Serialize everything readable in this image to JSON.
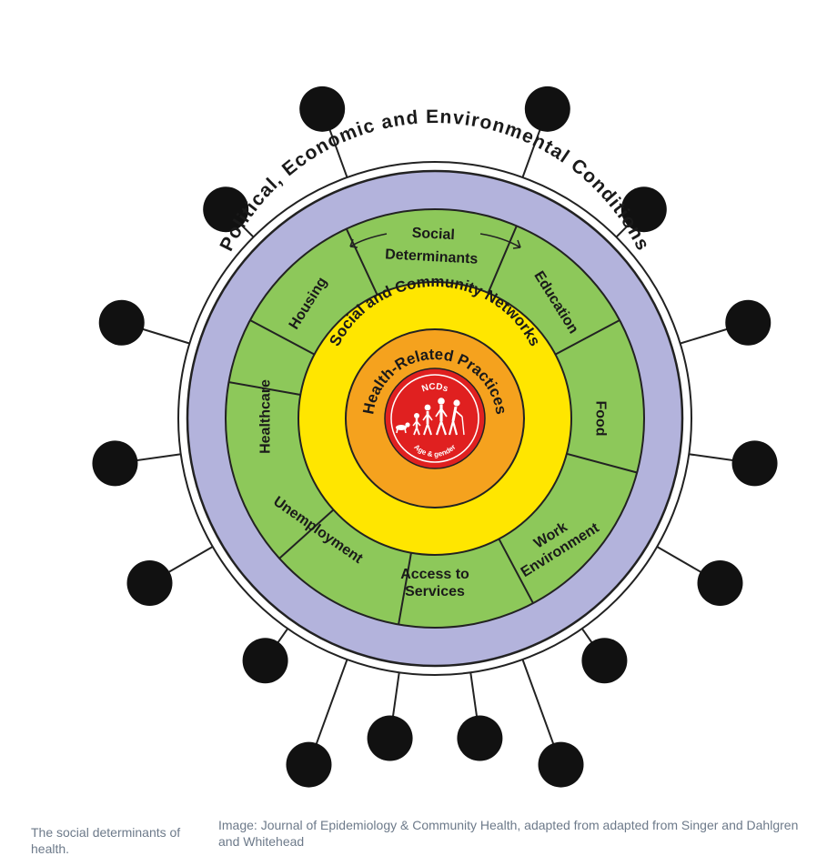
{
  "diagram": {
    "outer_ring": {
      "label": "Political, Economic and Environmental Conditions",
      "color": "#b3b3dc"
    },
    "social_determinants": {
      "label_line1": "Social",
      "label_line2": "Determinants",
      "color": "#8dc85a",
      "segments": [
        {
          "key": "housing",
          "lines": [
            "Housing"
          ]
        },
        {
          "key": "education",
          "lines": [
            "Education"
          ]
        },
        {
          "key": "food",
          "lines": [
            "Food"
          ]
        },
        {
          "key": "work",
          "lines": [
            "Work",
            "Environment"
          ]
        },
        {
          "key": "access",
          "lines": [
            "Access to",
            "Services"
          ]
        },
        {
          "key": "unemployment",
          "lines": [
            "Unemployment"
          ]
        },
        {
          "key": "healthcare",
          "lines": [
            "Healthcare"
          ]
        }
      ]
    },
    "community_ring": {
      "label": "Social and Community Networks",
      "color": "#ffe600"
    },
    "practices_ring": {
      "label": "Health-Related Practices",
      "color": "#f5a21e"
    },
    "core": {
      "top_label": "NCDs",
      "bottom_label": "Age & gender",
      "color": "#e02020"
    },
    "satellite_color": "#111111"
  },
  "captions": {
    "left": "The social determinants of health.",
    "right": "Image: Journal of Epidemiology & Community Health, adapted from adapted from Singer and Dahlgren and Whitehead"
  }
}
